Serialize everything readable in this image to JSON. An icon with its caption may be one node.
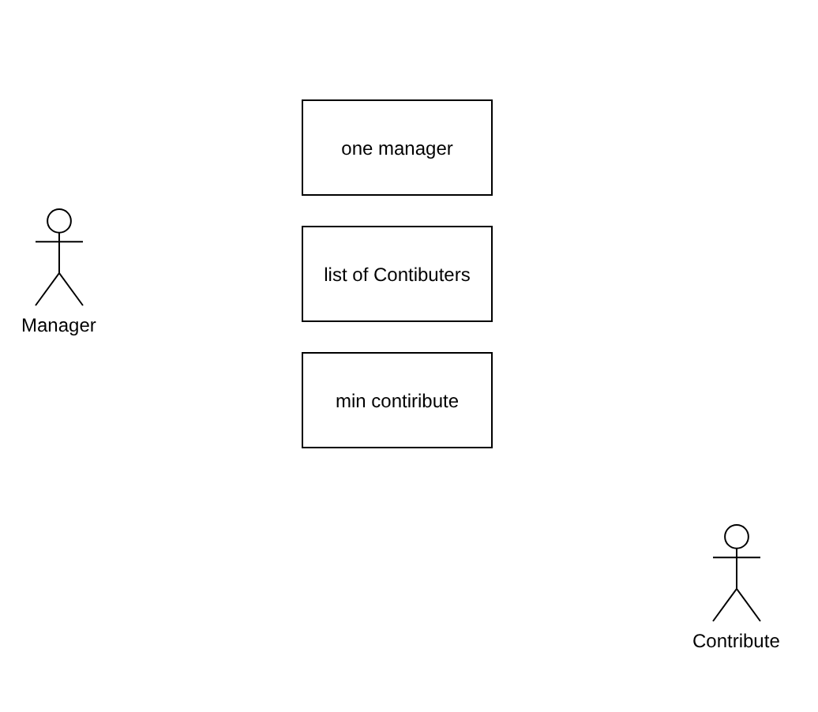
{
  "diagram": {
    "nodes": [
      {
        "text": [],
        "shape": "person",
        "beside": [
          "Manager"
        ]
      },
      {
        "text": [
          "one manager"
        ]
      },
      {
        "text": [
          "list of Contibuters"
        ]
      },
      {
        "text": [
          "min contiribute"
        ]
      },
      {
        "text": [],
        "shape": "person",
        "beside": [
          "Contribute"
        ]
      }
    ]
  }
}
